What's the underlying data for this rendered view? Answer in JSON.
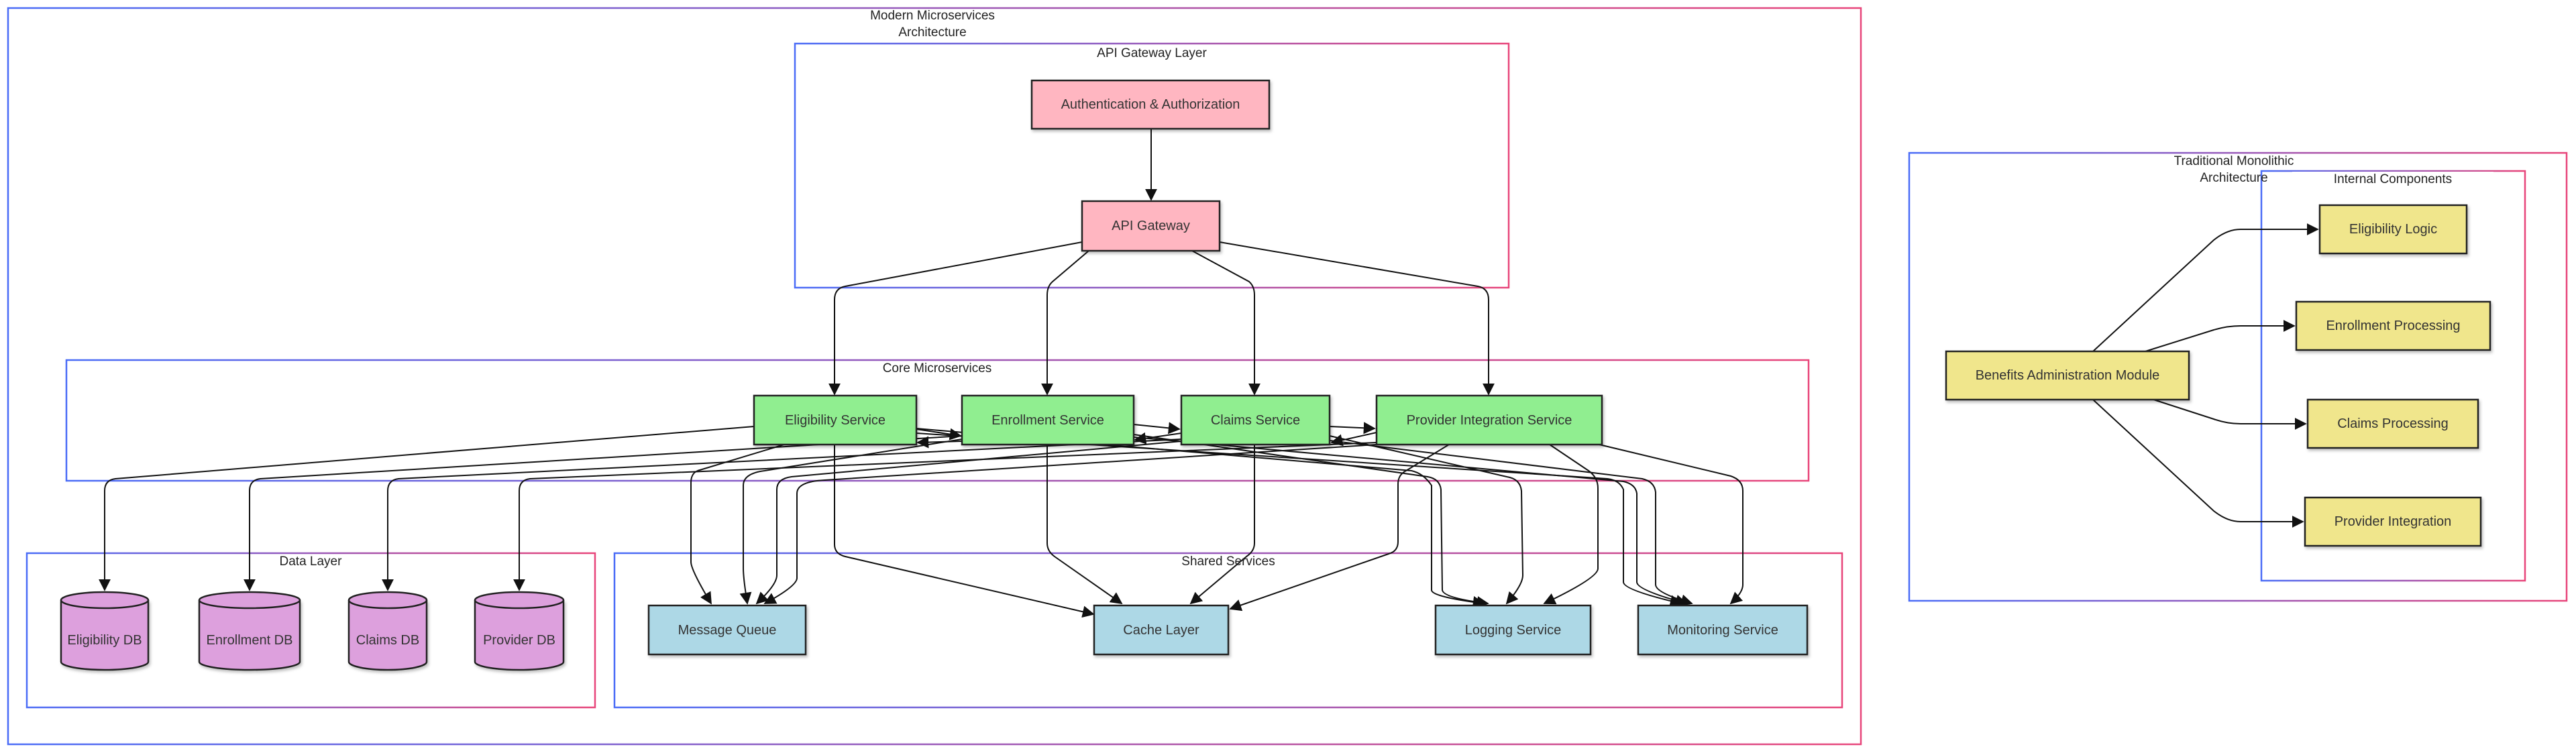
{
  "colors": {
    "cluster_border_start": "#4a6cf7",
    "cluster_border_end": "#e8457a",
    "gateway_fill": "#ffb6c1",
    "service_fill": "#90ee90",
    "database_fill": "#dda0dd",
    "shared_fill": "#add8e6",
    "monolith_fill": "#f0e68c",
    "node_border": "#222222",
    "edge": "#111111"
  },
  "clusters": {
    "microservices": {
      "title_line1": "Modern Microservices",
      "title_line2": "Architecture"
    },
    "api_gateway_layer": {
      "title": "API Gateway Layer"
    },
    "core_microservices": {
      "title": "Core Microservices"
    },
    "data_layer": {
      "title": "Data Layer"
    },
    "shared_services": {
      "title": "Shared Services"
    },
    "monolith": {
      "title_line1": "Traditional Monolithic",
      "title_line2": "Architecture"
    },
    "internal_components": {
      "title": "Internal Components"
    }
  },
  "nodes": {
    "auth": {
      "label": "Authentication & Authorization"
    },
    "gateway": {
      "label": "API Gateway"
    },
    "eligibility_service": {
      "label": "Eligibility Service"
    },
    "enrollment_service": {
      "label": "Enrollment Service"
    },
    "claims_service": {
      "label": "Claims Service"
    },
    "provider_service": {
      "label": "Provider Integration Service"
    },
    "eligibility_db": {
      "label": "Eligibility DB"
    },
    "enrollment_db": {
      "label": "Enrollment DB"
    },
    "claims_db": {
      "label": "Claims DB"
    },
    "provider_db": {
      "label": "Provider DB"
    },
    "message_queue": {
      "label": "Message Queue"
    },
    "cache_layer": {
      "label": "Cache Layer"
    },
    "logging_service": {
      "label": "Logging Service"
    },
    "monitoring_service": {
      "label": "Monitoring Service"
    },
    "benefits_module": {
      "label": "Benefits Administration Module"
    },
    "eligibility_logic": {
      "label": "Eligibility Logic"
    },
    "enrollment_processing": {
      "label": "Enrollment Processing"
    },
    "claims_processing": {
      "label": "Claims Processing"
    },
    "provider_integration": {
      "label": "Provider Integration"
    }
  }
}
